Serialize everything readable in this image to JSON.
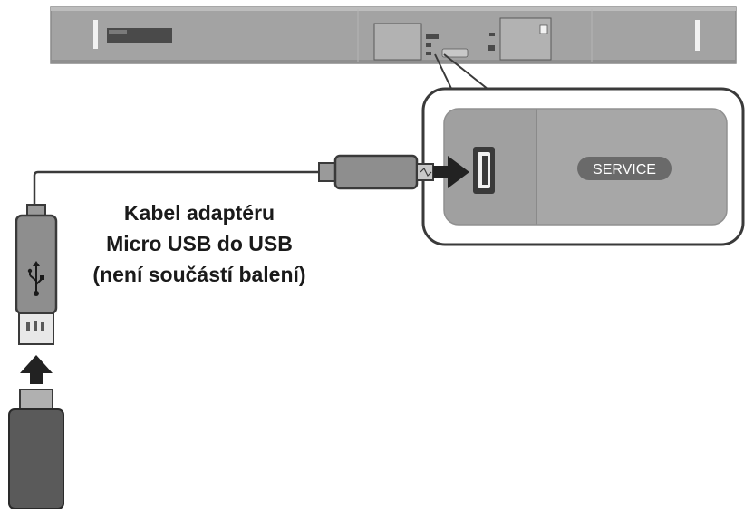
{
  "diagram": {
    "caption_lines": [
      "Kabel adaptéru",
      "Micro USB do USB",
      "(není součástí balení)"
    ],
    "service_label": "SERVICE",
    "colors": {
      "soundbar_body": "#a3a3a3",
      "soundbar_edge": "#8a8a8a",
      "panel_fill": "#a7a7a7",
      "outline": "#3a3a3a",
      "cable": "#3a3a3a",
      "plug_fill": "#8e8e8e",
      "usb_stick": "#5a5a5a",
      "arrow": "#222222"
    },
    "icons": [
      "usb-icon",
      "arrow-right-icon",
      "arrow-up-icon"
    ]
  }
}
